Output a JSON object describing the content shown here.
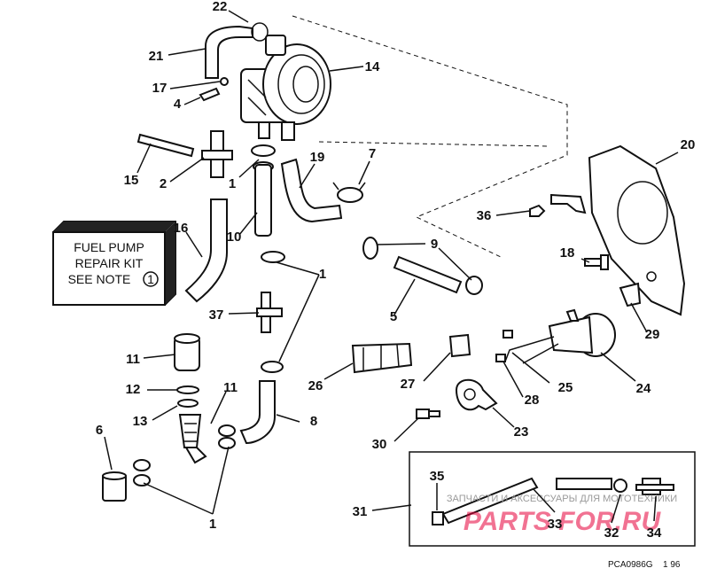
{
  "callouts": [
    "22",
    "21",
    "14",
    "17",
    "4",
    "7",
    "19",
    "15",
    "2",
    "1",
    "20",
    "16",
    "10",
    "36",
    "9",
    "18",
    "5",
    "37",
    "1",
    "29",
    "24",
    "11",
    "26",
    "27",
    "25",
    "12",
    "11",
    "28",
    "13",
    "8",
    "6",
    "23",
    "30",
    "35",
    "31",
    "33",
    "32",
    "34",
    "1"
  ],
  "kit_note": {
    "line1": "FUEL PUMP",
    "line2": "REPAIR KIT",
    "line3": "SEE NOTE",
    "note_number": "1"
  },
  "watermark": {
    "caption": "ЗАПЧАСТИ И АКСЕССУАРЫ ДЛЯ МОТОТЕХНИКИ",
    "brand": "PARTS FOR.RU"
  },
  "drawing_code": "PCA0986G",
  "drawing_rev": "1 96"
}
